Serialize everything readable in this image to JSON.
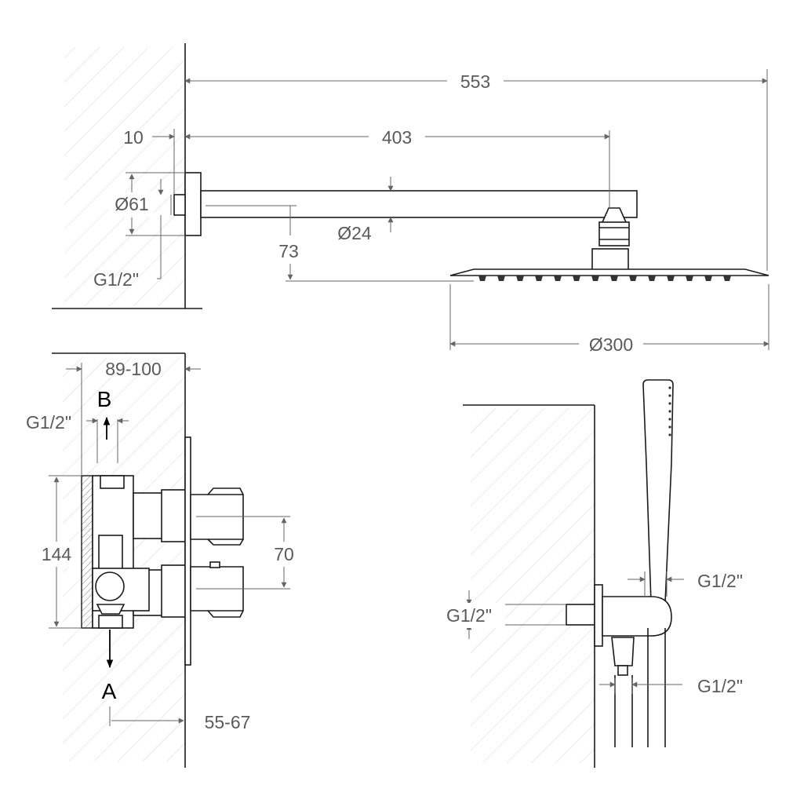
{
  "head_shower_view": {
    "overall_length": "553",
    "arm_length": "403",
    "flange_depth": "10",
    "flange_diameter": "Ø61",
    "arm_diameter": "Ø24",
    "drop": "73",
    "thread": "G1/2\"",
    "head_diameter": "Ø300"
  },
  "mixer_view": {
    "recess_depth": "89-100",
    "outlet_thread": "G1/2\"",
    "port_b": "B",
    "port_a": "A",
    "body_height": "144",
    "handle_spacing": "70",
    "projection": "55-67"
  },
  "hand_shower_view": {
    "holder_thread": "G1/2\"",
    "wall_outlet_thread": "G1/2\"",
    "hose_thread": "G1/2\""
  }
}
